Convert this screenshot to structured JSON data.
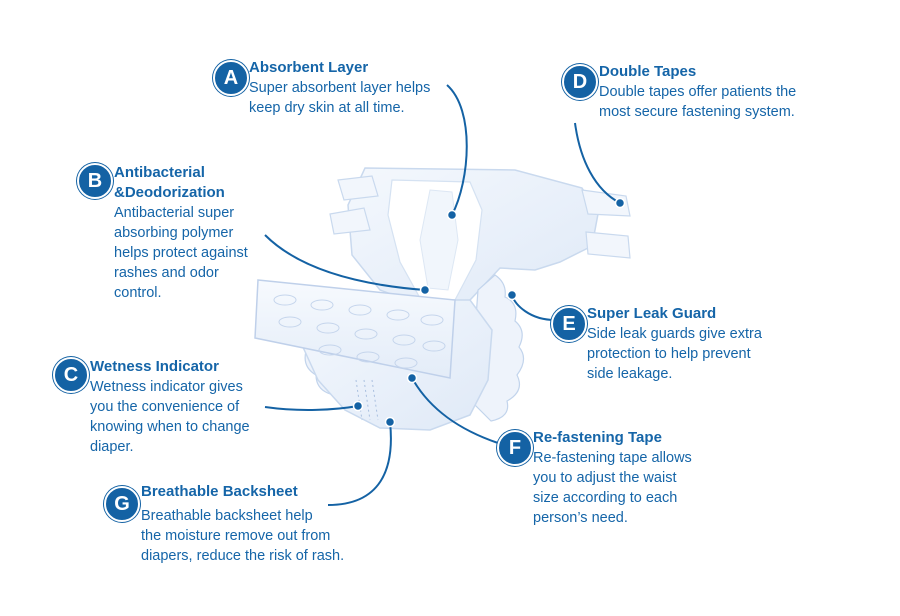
{
  "colors": {
    "accent": "#1462a4",
    "text": "#1565a8",
    "diaper_fill": "#eaf1fb",
    "diaper_stroke": "#c9d9ee"
  },
  "callouts": {
    "a": {
      "letter": "A",
      "title": "Absorbent Layer",
      "desc": "Super absorbent layer helps\nkeep dry skin at all time."
    },
    "b": {
      "letter": "B",
      "title": "Antibacterial\n&Deodorization",
      "desc": "Antibacterial super\nabsorbing polymer\nhelps protect against\nrashes and odor\ncontrol."
    },
    "c": {
      "letter": "C",
      "title": "Wetness Indicator",
      "desc": "Wetness indicator gives\nyou the convenience of\nknowing when to change\ndiaper."
    },
    "d": {
      "letter": "D",
      "title": "Double Tapes",
      "desc": "Double tapes offer patients the\nmost secure fastening system."
    },
    "e": {
      "letter": "E",
      "title": "Super Leak Guard",
      "desc": "Side leak guards give extra\nprotection to help prevent\nside leakage."
    },
    "f": {
      "letter": "F",
      "title": "Re-fastening Tape",
      "desc": "Re-fastening tape allows\nyou to adjust the waist\nsize according to each\nperson’s need."
    },
    "g": {
      "letter": "G",
      "title": "Breathable Backsheet",
      "desc": "Breathable backsheet help\nthe moisture remove out from\ndiapers, reduce the risk of rash."
    }
  }
}
